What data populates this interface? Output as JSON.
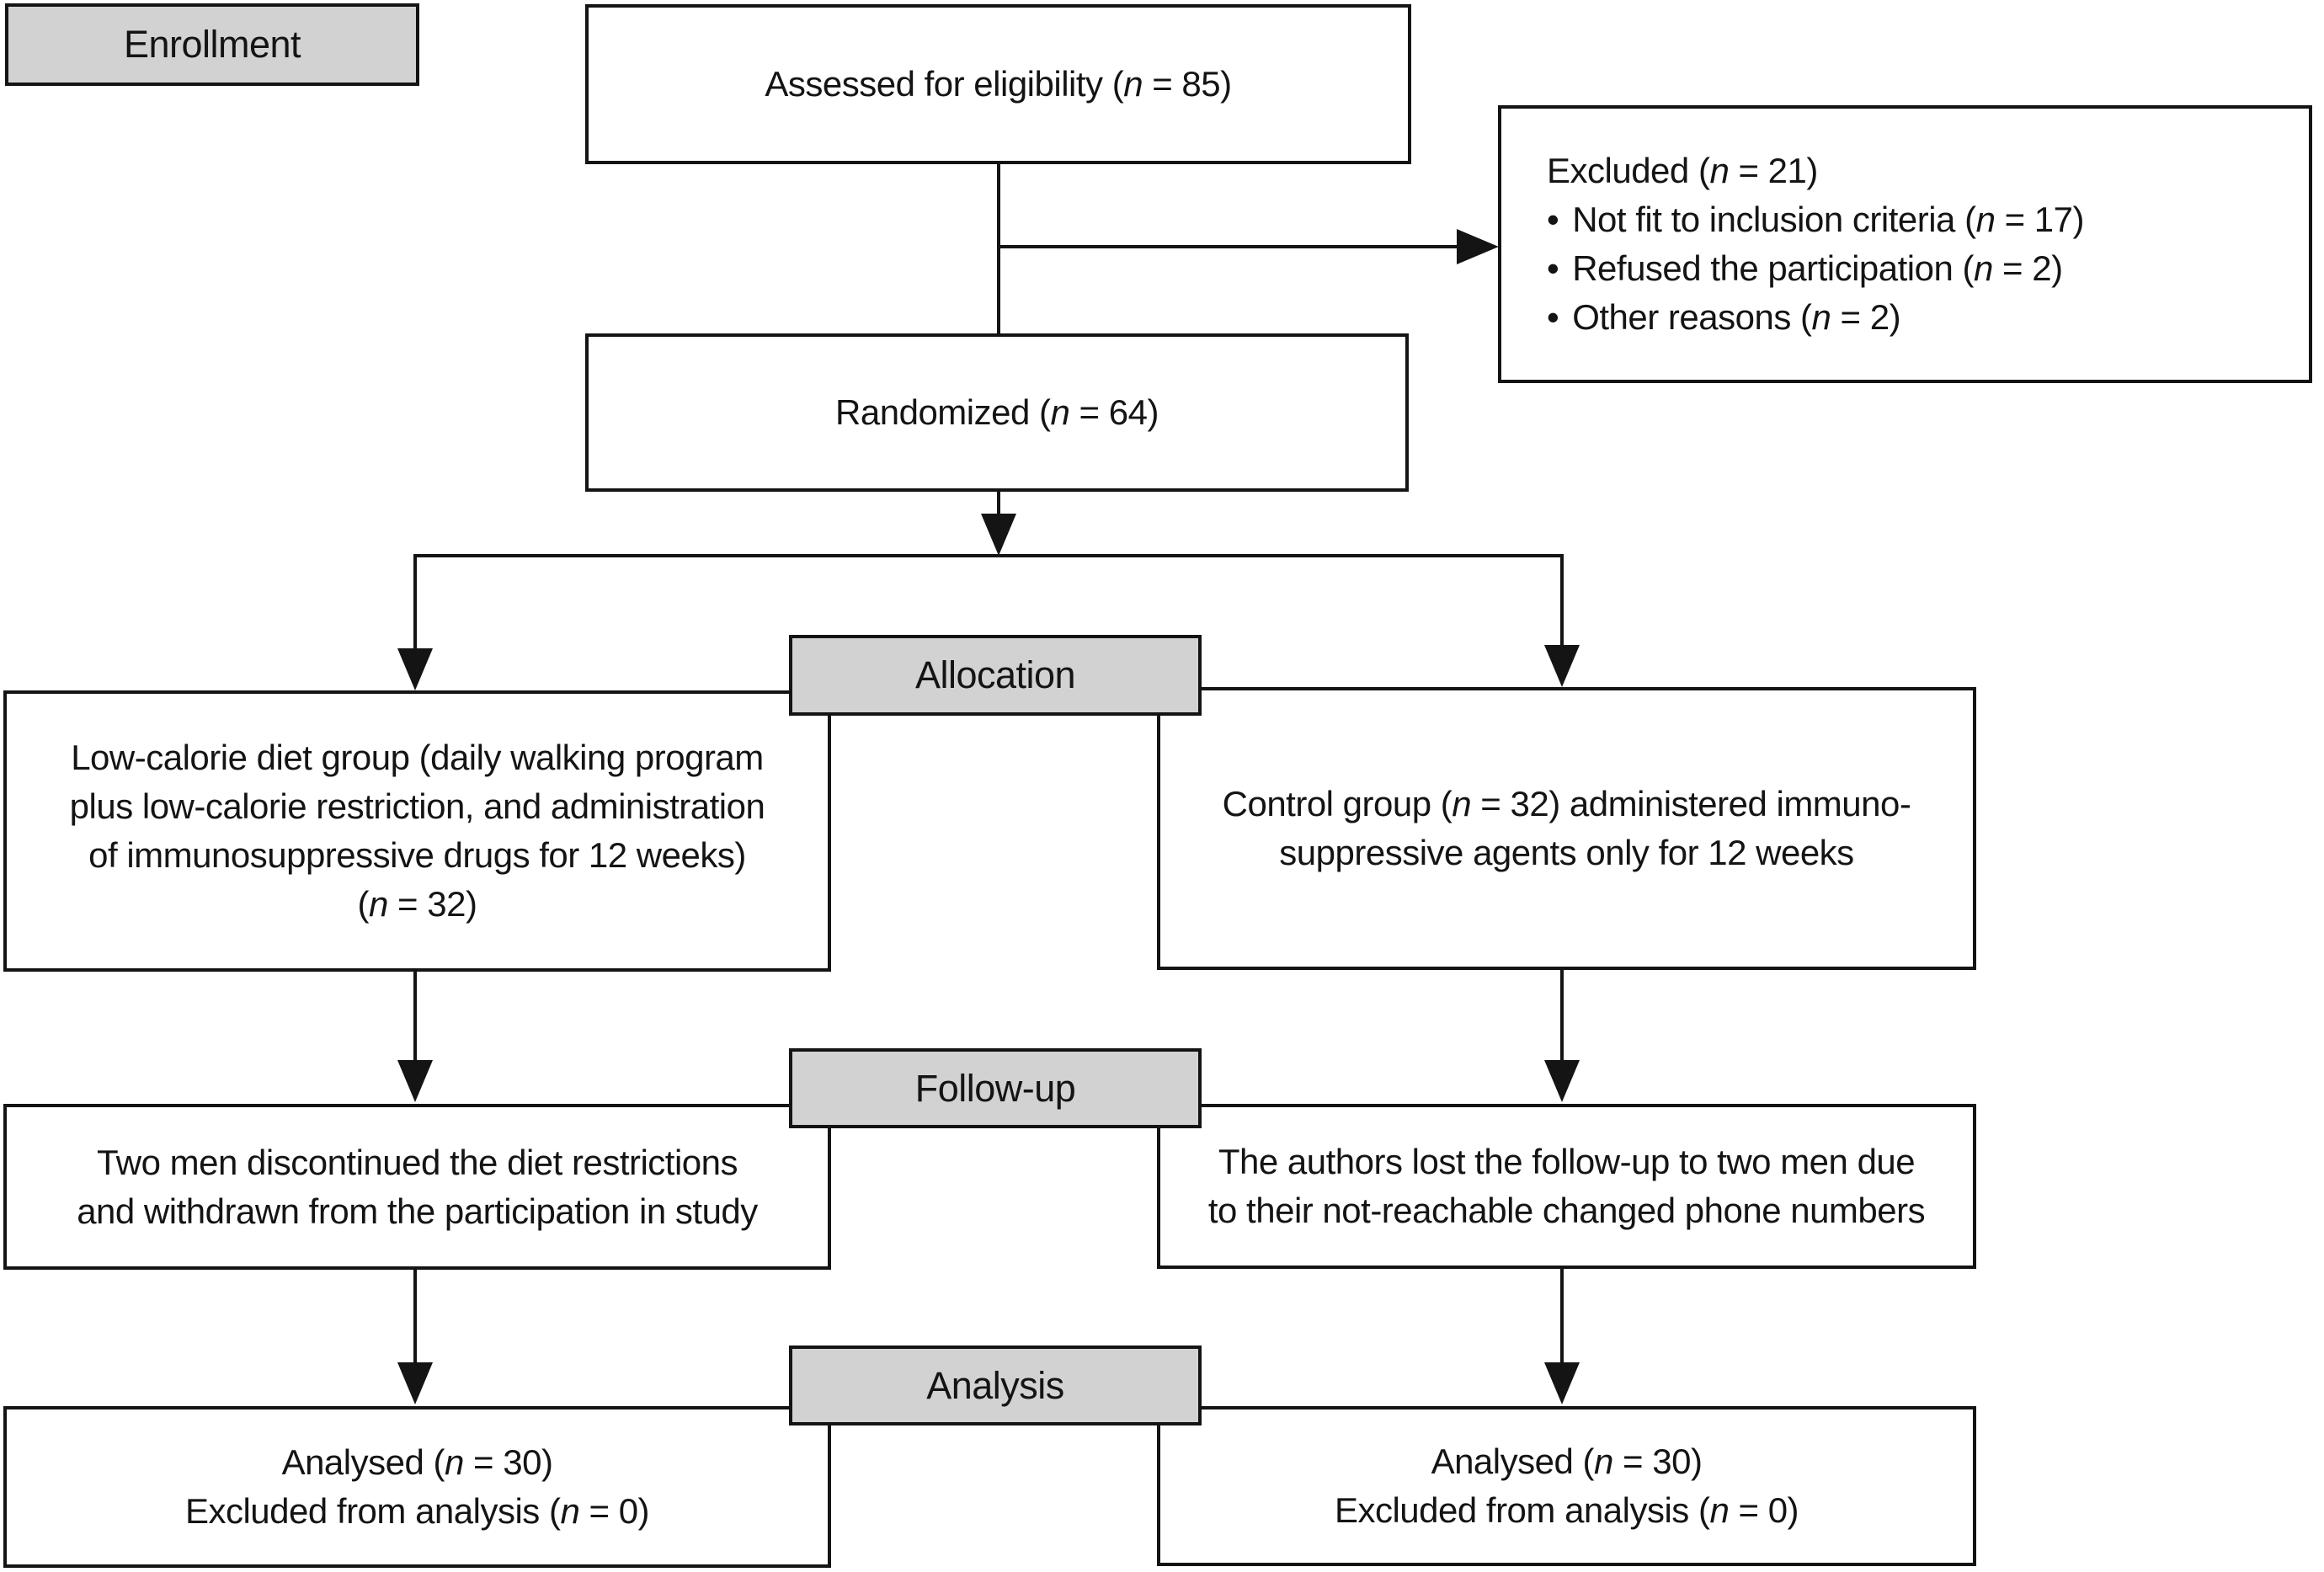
{
  "diagram": {
    "type": "consort-flowchart",
    "stages": {
      "enrollment": "Enrollment",
      "allocation": "Allocation",
      "followup": "Follow-up",
      "analysis": "Analysis"
    },
    "bullet_glyph": "•",
    "boxes": {
      "assessed": "Assessed for eligibility (n = 85)",
      "excluded_title": "Excluded (n = 21)",
      "excluded_items": [
        "Not fit to inclusion criteria (n = 17)",
        "Refused the participation (n = 2)",
        "Other reasons (n = 2)"
      ],
      "randomized": "Randomized (n = 64)",
      "group_left_lines": [
        "Low-calorie diet group (daily walking program",
        "plus low-calorie restriction, and administration",
        "of immunosuppressive drugs for 12 weeks)",
        "(n = 32)"
      ],
      "group_right_lines": [
        "Control group (n = 32) administered immuno-",
        "suppressive agents only for 12 weeks"
      ],
      "followup_left_lines": [
        "Two men discontinued the diet restrictions",
        "and withdrawn from the participation in study"
      ],
      "followup_right_lines": [
        "The authors lost the follow-up to two men due",
        "to their not-reachable changed phone numbers"
      ],
      "analysis_left_lines": [
        "Analysed (n = 30)",
        "Excluded from analysis (n = 0)"
      ],
      "analysis_right_lines": [
        "Analysed (n = 30)",
        "Excluded from analysis (n = 0)"
      ]
    },
    "colors": {
      "label_fill": "#d2d2d2",
      "line": "#141414",
      "background": "#ffffff"
    }
  }
}
